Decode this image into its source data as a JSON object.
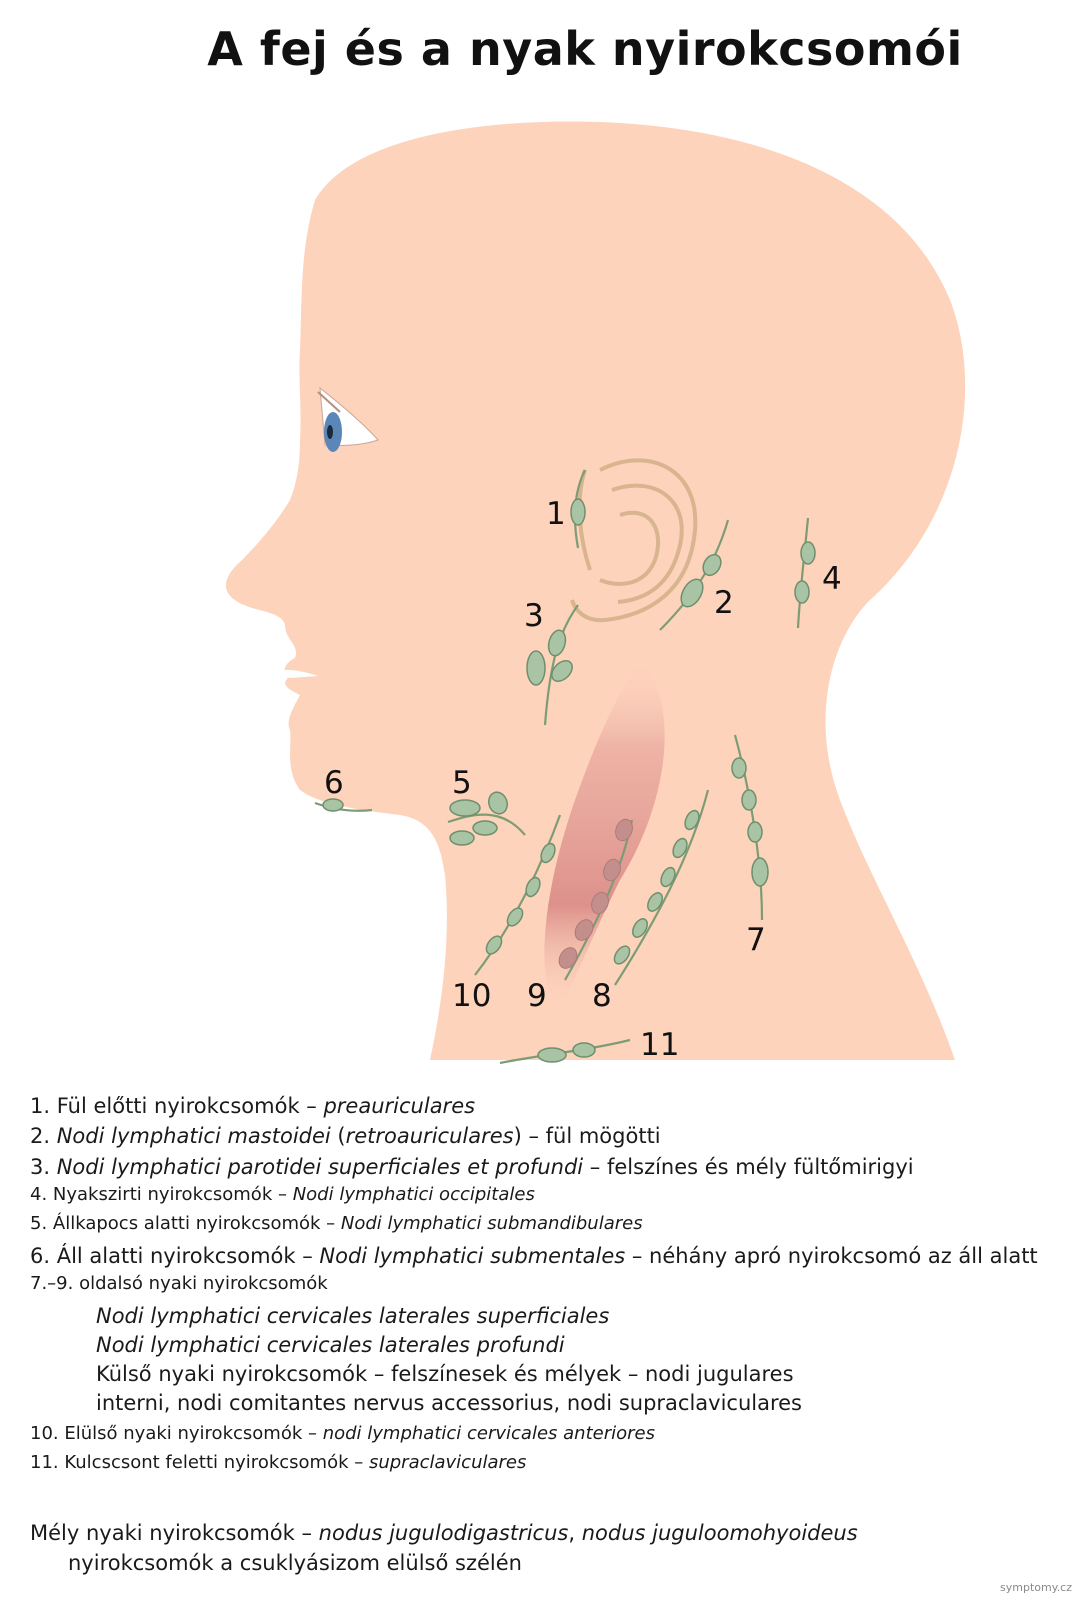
{
  "title": "A fej és a nyak nyirokcsomói",
  "diagram": {
    "labels": {
      "n1": "1",
      "n2": "2",
      "n3": "3",
      "n4": "4",
      "n5": "5",
      "n6": "6",
      "n7": "7",
      "n8": "8",
      "n9": "9",
      "n10": "10",
      "n11": "11"
    },
    "colors": {
      "skin": "#fdd3bc",
      "node": "#a8c4a4",
      "node_stroke": "#6f8f6c",
      "vessel": "#7e9c74",
      "ear": "#d8b48f",
      "muscle": "#d98a86"
    }
  },
  "legend": {
    "l1": {
      "num": "1. ",
      "text": "Fül előtti nyirokcsomók – ",
      "italic": "preauriculares"
    },
    "l2": {
      "num": "2. ",
      "italic1": "Nodi lymphatici mastoidei",
      "text1": " (",
      "italic2": "retroauriculares",
      "text2": ") – fül mögötti"
    },
    "l3": {
      "num": "3. ",
      "italic": "Nodi lymphatici parotidei superficiales et profundi",
      "text": " – felszínes és mély fültőmirigyi"
    },
    "l4": {
      "num": "4. ",
      "text": "Nyakszirti nyirokcsomók – ",
      "italic": "Nodi lymphatici occipitales"
    },
    "l5": {
      "num": "5. ",
      "text": "Állkapocs alatti nyirokcsomók – ",
      "italic": "Nodi lymphatici submandibulares"
    },
    "l6": {
      "num": "6. ",
      "text1": "Áll alatti nyirokcsomók – ",
      "italic": "Nodi lymphatici submentales",
      "text2": " – néhány apró nyirokcsomó az áll alatt"
    },
    "l7": {
      "num": "7.–9. ",
      "text": "oldalsó nyaki nyirokcsomók"
    },
    "l7a": "Nodi lymphatici cervicales laterales superficiales",
    "l7b": "Nodi lymphatici cervicales laterales profundi",
    "l7c": "Külső nyaki nyirokcsomók – felszínesek és mélyek – nodi jugulares",
    "l7d": "interni, nodi comitantes nervus accessorius, nodi supraclaviculares",
    "l10": {
      "num": "10. ",
      "text": "Elülső nyaki nyirokcsomók – ",
      "italic": "nodi lymphatici cervicales anteriores"
    },
    "l11": {
      "num": "11. ",
      "text": "Kulcscsont feletti nyirokcsomók – ",
      "italic": "supraclaviculares"
    }
  },
  "deep": {
    "text1": "Mély nyaki nyirokcsomók – ",
    "italic1": "nodus jugulodigastricus",
    "sep": ", ",
    "italic2": "nodus juguloomohyoideus",
    "line2": "nyirokcsomók a csuklyásizom elülső szélén"
  },
  "watermark": "symptomy.cz"
}
